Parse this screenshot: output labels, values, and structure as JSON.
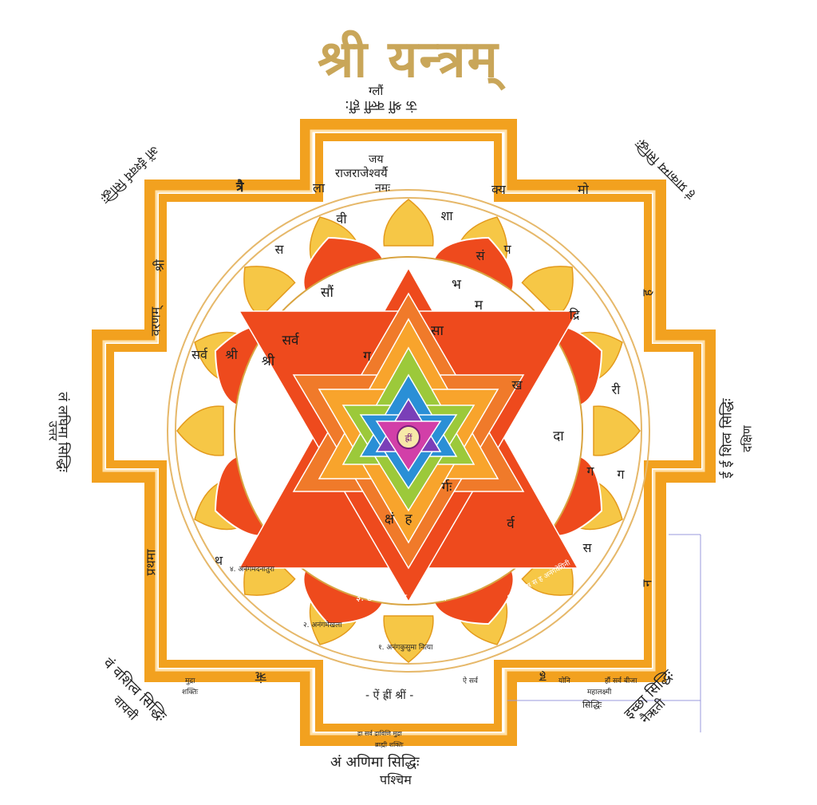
{
  "title": "श्री यन्त्रम्",
  "top_mantra_line1": "ग्लौं",
  "top_mantra_line2": "ऊं श्रीं क्लीं हीं:",
  "center_text_line1": "जय",
  "center_text_line2": "राजराजेश्वर्यै",
  "center_text_line3": "नमः",
  "bottom_center_text": "- ऐं ह्रीं श्रीं -",
  "west": {
    "line1": "अं अणिमा सिद्धिः",
    "line2": "पश्चिम"
  },
  "south": {
    "line1": "ई ई शित्व सिद्धिः",
    "line2": "दक्षिण"
  },
  "north": {
    "line1": "लं लघिमा सिद्धिः",
    "line2": "उत्तर"
  },
  "southwest": {
    "line1": "इच्छा सिद्धिः",
    "line2": "नैऋती"
  },
  "northwest": {
    "line1": "वं वशित्व सिद्धिः",
    "line2": "वायवी"
  },
  "northeast_corner": "हं प्राकाम्य सिद्धिः",
  "southeast_corner": "ओं ईश्वर्य सिद्धिः",
  "siddhih_small": "सिद्धिः",
  "bhupura_syllables": [
    "त्रै",
    "ला",
    "क्य",
    "मो",
    "ह",
    "न",
    "ह्र",
    "ऋं",
    "प्रथमा",
    "वरणम्",
    "श्री"
  ],
  "bhupura_small": [
    "मुद्रा",
    "शक्तिः",
    "ऐ सर्व",
    "योनि",
    "हौं सर्व बीजा",
    "महालक्ष्मी",
    "द्रा सर्व द्राविणि मुद्रा",
    "ब्राह्मी शक्तिः"
  ],
  "ring_syllables": [
    "वी",
    "शा",
    "सं",
    "प",
    "द्रि",
    "ख",
    "री",
    "ग",
    "सर्व",
    "श्री",
    "स",
    "ग",
    "स",
    "थ"
  ],
  "petal_ring_text": [
    "१. अनंगकुसुमा नित्या",
    "२. अनंगमेखला",
    "३. ट ठ ड ढ ण अनंगमदना",
    "४. अनंगमदनातुरा",
    "६. ह्य व ष स ह अनंगवेगिनी"
  ],
  "inner_syllables": [
    "सौं",
    "भ",
    "सर्व",
    "श्री",
    "ग",
    "दा",
    "क्षं",
    "र्व",
    "म",
    "सा",
    "ह",
    "र्गः"
  ],
  "center_bindu": "ह्रीं"
}
